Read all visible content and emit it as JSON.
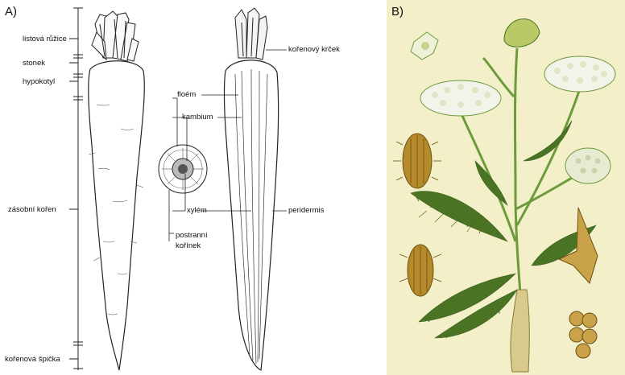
{
  "panel_a": {
    "letter": "A)",
    "left_labels": [
      "listová růžice",
      "stonek",
      "hypokotyl",
      "zásobní kořen",
      "kořenová špička"
    ],
    "mid_labels": [
      "floém",
      "kambium",
      "xylém",
      "postranní",
      "kořínek"
    ],
    "right_labels": [
      "kořenový krček",
      "peridermis"
    ]
  },
  "panel_b": {
    "letter": "B)"
  },
  "colors": {
    "ink": "#222222",
    "plant_green": "#6d9a3a",
    "dark_green": "#4a7424",
    "flower_white": "#f2f4ea",
    "seed_brown": "#b58a2a",
    "background_b": "#f3f0c9"
  }
}
